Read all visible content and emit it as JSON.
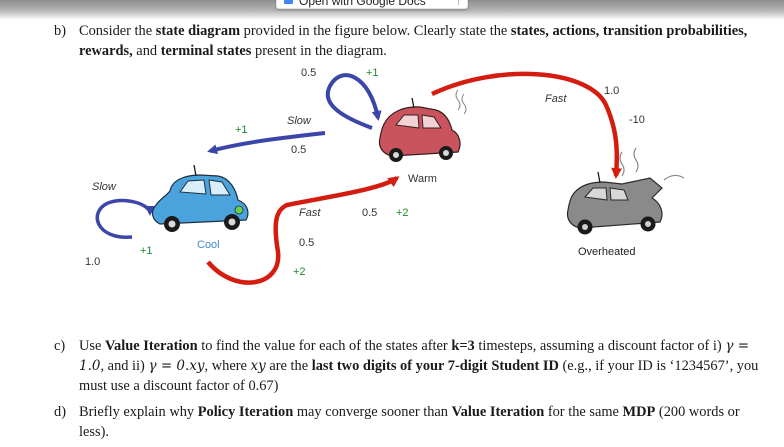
{
  "toolbar": {
    "open_button_label": "Open with Google Docs"
  },
  "question_b": {
    "marker": "b)",
    "text_1": "Consider the ",
    "bold_1": "state diagram",
    "text_2": " provided in the figure below. Clearly state the ",
    "bold_2": "states, actions, transition probabilities, rewards,",
    "text_3": " and ",
    "bold_3": "terminal states",
    "text_4": " present in the diagram."
  },
  "diagram": {
    "states": {
      "cool": "Cool",
      "warm": "Warm",
      "overheated": "Overheated"
    },
    "labels": {
      "slow_self_cool": "Slow",
      "cool_self_prob": "1.0",
      "cool_self_reward": "+1",
      "slow_warm_to_cool": "Slow",
      "slow_warm_to_cool_prob": "0.5",
      "slow_warm_to_cool_reward": "+1",
      "warm_self_prob": "0.5",
      "warm_self_reward": "+1",
      "fast_cool": "Fast",
      "fast_cool_prob": "0.5",
      "fast_cool_reward": "+2",
      "fast_cool_warm_prob": "0.5",
      "fast_cool_warm_reward": "+2",
      "fast_warm": "Fast",
      "fast_warm_prob": "1.0",
      "fast_warm_reward": "-10"
    },
    "colors": {
      "slow_arrow": "#3b46a8",
      "fast_arrow": "#d41c10",
      "reward_positive": "#1a8a2a",
      "cool_car": "#4aa3dc",
      "warm_car": "#c9545e",
      "overheated_car": "#8a8a8a"
    }
  },
  "question_c": {
    "marker": "c)",
    "text_1": "Use ",
    "bold_1": "Value Iteration",
    "text_2": " to find the value for each of the states after ",
    "bold_2": "k=3",
    "text_3": " timesteps, assuming a discount factor of i) ",
    "math_1": "γ = 1.0",
    "text_4": ", and ii) ",
    "math_2": "γ = 0.xy",
    "text_5": ", where ",
    "math_3": "xy",
    "text_6": " are the ",
    "bold_3": "last two digits of your 7-digit Student ID",
    "text_7": " (e.g., if your ID is ‘1234567’, you must use a discount factor of 0.67)"
  },
  "question_d": {
    "marker": "d)",
    "text_1": "Briefly explain why ",
    "bold_1": "Policy Iteration",
    "text_2": " may converge sooner than ",
    "bold_2": "Value Iteration",
    "text_3": " for the same ",
    "bold_3": "MDP",
    "text_4": " (200 words or less)."
  }
}
